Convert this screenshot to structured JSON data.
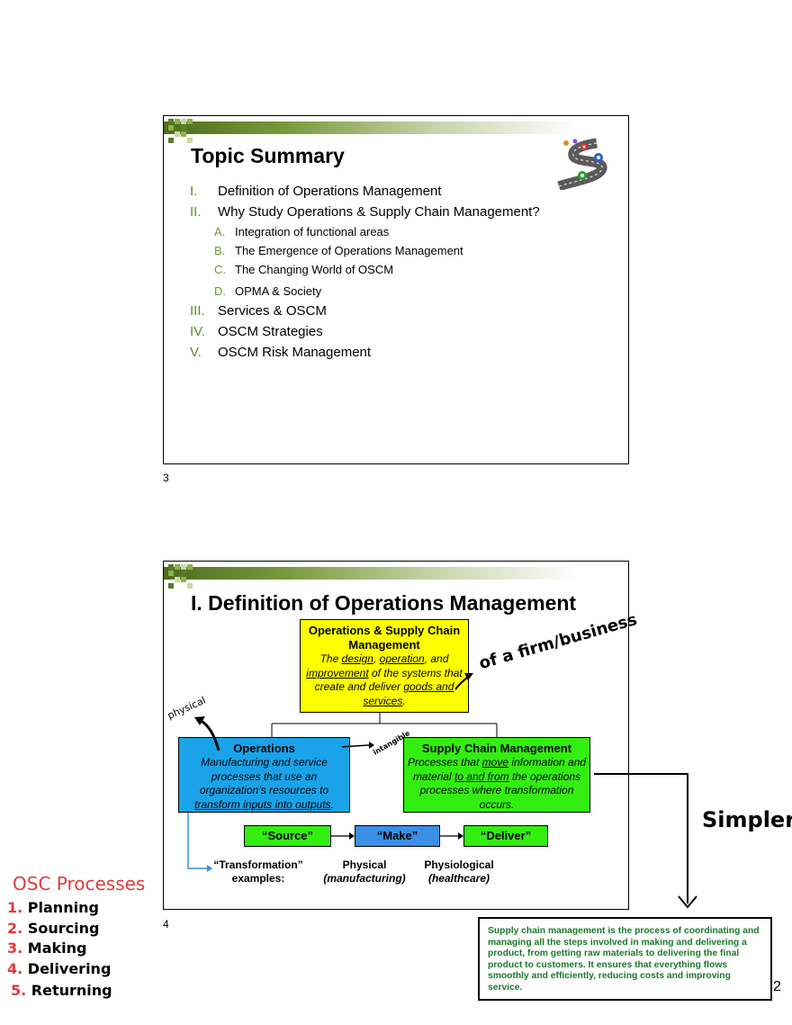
{
  "slide1": {
    "title": "Topic Summary",
    "items": [
      {
        "num": "I.",
        "text": "Definition of Operations Management",
        "level": 1
      },
      {
        "num": "II.",
        "text": "Why Study Operations & Supply Chain Management?",
        "level": 1
      },
      {
        "num": "A.",
        "text": "Integration of functional areas",
        "level": 2
      },
      {
        "num": "B.",
        "text": "The Emergence of Operations Management",
        "level": 2
      },
      {
        "num": "C.",
        "text": "The Changing World of OSCM",
        "level": 2
      },
      {
        "num": "D.",
        "text": "OPMA & Society",
        "level": 2
      },
      {
        "num": "III.",
        "text": "Services & OSCM",
        "level": 1
      },
      {
        "num": "IV.",
        "text": "OSCM Strategies",
        "level": 1
      },
      {
        "num": "V.",
        "text": "OSCM Risk Management",
        "level": 1
      }
    ],
    "page_number": "3"
  },
  "slide2": {
    "title": "I. Definition of Operations Management",
    "top_box": {
      "heading": "Operations & Supply Chain Management",
      "body_parts": [
        "The ",
        "design",
        ", ",
        "operation",
        ", and ",
        "improvement",
        " of the systems that create and deliver ",
        "goods and services",
        "."
      ]
    },
    "ops_box": {
      "heading": "Operations",
      "body_parts": [
        "Manufacturing and service processes that use an organization’s resources to ",
        "transform inputs into outputs",
        "."
      ]
    },
    "scm_box": {
      "heading": "Supply Chain Management",
      "body_parts": [
        "Processes that ",
        "move",
        " information and material ",
        "to and from",
        " the operations processes where transformation occurs."
      ]
    },
    "flow": [
      "“Source”",
      "“Make”",
      "“Deliver”"
    ],
    "examples": {
      "label_line1": "“Transformation”",
      "label_line2": "examples:",
      "physical_line1": "Physical",
      "physical_line2": "(manufacturing)",
      "physio_line1": "Physiological",
      "physio_line2": "(healthcare)"
    },
    "page_number": "4"
  },
  "annotations": {
    "firm": "of a firm/business",
    "physical": "physical",
    "intangible": "intangible",
    "simpler": "Simpler",
    "osc_title": "OSC Processes",
    "osc_items": [
      {
        "num": "1.",
        "text": "Planning"
      },
      {
        "num": "2.",
        "text": "Sourcing"
      },
      {
        "num": "3.",
        "text": "Making"
      },
      {
        "num": "4.",
        "text": "Delivering"
      },
      {
        "num": "5.",
        "text": "Returning"
      }
    ],
    "definition": "Supply chain management is the process of coordinating and managing all the steps involved in making and delivering a product, from getting raw materials to delivering the final product to customers. It ensures that everything flows smoothly and efficiently, reducing costs and improving service.",
    "sheet_number": "2"
  },
  "colors": {
    "yellow_box": "#ffff00",
    "blue_box": "#1aa3e8",
    "green_box": "#33ee11",
    "make_box": "#3b8fe6",
    "accent_green": "#5e8a2a",
    "osc_red": "#e03a3a",
    "definition_text": "#1a7a2a"
  },
  "icons": [
    "road-map-icon",
    "decorative-squares-icon"
  ]
}
